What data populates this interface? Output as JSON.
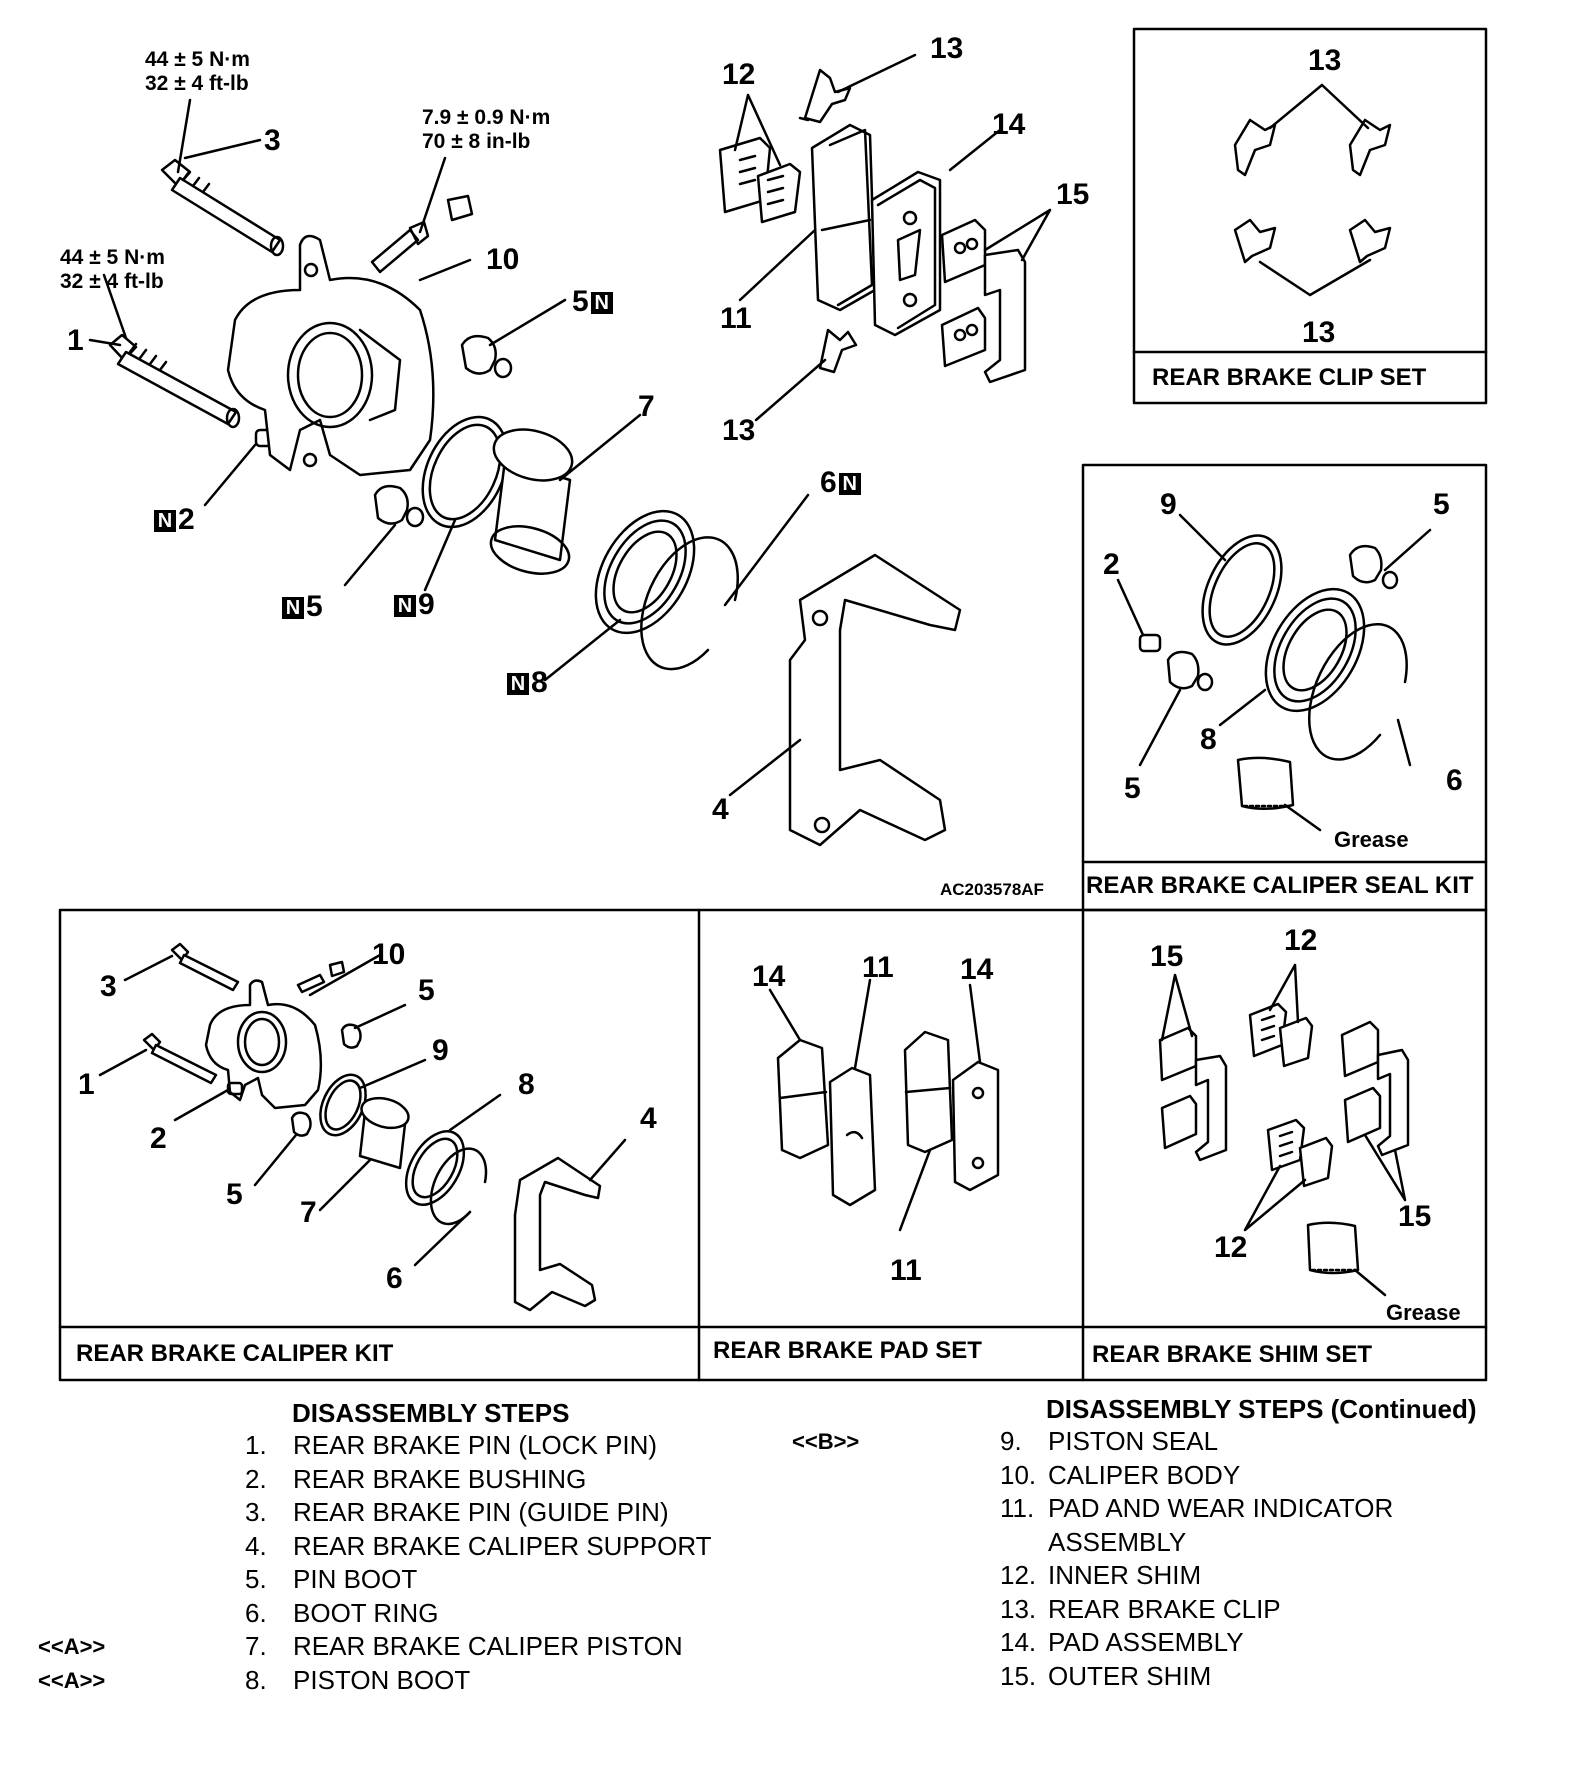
{
  "diagram_code": "AC203578AF",
  "torque": {
    "guide_pin": {
      "metric": "44 ± 5 N·m",
      "imperial": "32 ± 4 ft-lb"
    },
    "lock_pin": {
      "metric": "44 ± 5 N·m",
      "imperial": "32 ± 4 ft-lb"
    },
    "bleeder": {
      "metric": "7.9 ± 0.9 N·m",
      "imperial": "70 ± 8 in-lb"
    }
  },
  "badge": "N",
  "main_labels": {
    "l1": "1",
    "l2": "2",
    "l3": "3",
    "l4": "4",
    "l5a": "5",
    "l5b": "5",
    "l6": "6",
    "l7": "7",
    "l8": "8",
    "l9": "9",
    "l10": "10",
    "l11": "11",
    "l12": "12",
    "l13a": "13",
    "l13b": "13",
    "l14": "14",
    "l15": "15"
  },
  "boxes": {
    "clip_set": {
      "title": "REAR BRAKE CLIP SET",
      "labels": [
        "13",
        "13"
      ]
    },
    "seal_kit": {
      "title": "REAR BRAKE CALIPER SEAL KIT",
      "labels": [
        "9",
        "5",
        "2",
        "8",
        "5",
        "6"
      ],
      "grease": "Grease"
    },
    "caliper_kit": {
      "title": "REAR BRAKE CALIPER KIT",
      "labels": [
        "3",
        "10",
        "5",
        "1",
        "9",
        "8",
        "2",
        "4",
        "5",
        "7",
        "6"
      ]
    },
    "pad_set": {
      "title": "REAR BRAKE PAD SET",
      "labels": [
        "14",
        "11",
        "14",
        "11"
      ]
    },
    "shim_set": {
      "title": "REAR BRAKE SHIM SET",
      "labels": [
        "15",
        "12",
        "12",
        "15"
      ],
      "grease": "Grease"
    }
  },
  "steps": {
    "heading_left": "DISASSEMBLY STEPS",
    "heading_right": "DISASSEMBLY STEPS (Continued)",
    "left": [
      {
        "ref": "",
        "num": "1.",
        "text": "REAR BRAKE PIN (LOCK PIN)"
      },
      {
        "ref": "",
        "num": "2.",
        "text": "REAR BRAKE BUSHING"
      },
      {
        "ref": "",
        "num": "3.",
        "text": "REAR BRAKE PIN (GUIDE PIN)"
      },
      {
        "ref": "",
        "num": "4.",
        "text": "REAR BRAKE CALIPER SUPPORT"
      },
      {
        "ref": "",
        "num": "5.",
        "text": "PIN BOOT"
      },
      {
        "ref": "",
        "num": "6.",
        "text": "BOOT RING"
      },
      {
        "ref": "<<A>>",
        "num": "7.",
        "text": "REAR BRAKE CALIPER PISTON"
      },
      {
        "ref": "<<A>>",
        "num": "8.",
        "text": "PISTON BOOT"
      }
    ],
    "right": [
      {
        "ref": "<<B>>",
        "num": "9.",
        "text": "PISTON SEAL"
      },
      {
        "ref": "",
        "num": "10.",
        "text": "CALIPER BODY"
      },
      {
        "ref": "",
        "num": "11.",
        "text": "PAD AND WEAR INDICATOR"
      },
      {
        "ref": "",
        "num": "",
        "text": "ASSEMBLY"
      },
      {
        "ref": "",
        "num": "12.",
        "text": "INNER SHIM"
      },
      {
        "ref": "",
        "num": "13.",
        "text": "REAR BRAKE CLIP"
      },
      {
        "ref": "",
        "num": "14.",
        "text": "PAD ASSEMBLY"
      },
      {
        "ref": "",
        "num": "15.",
        "text": "OUTER SHIM"
      }
    ]
  }
}
